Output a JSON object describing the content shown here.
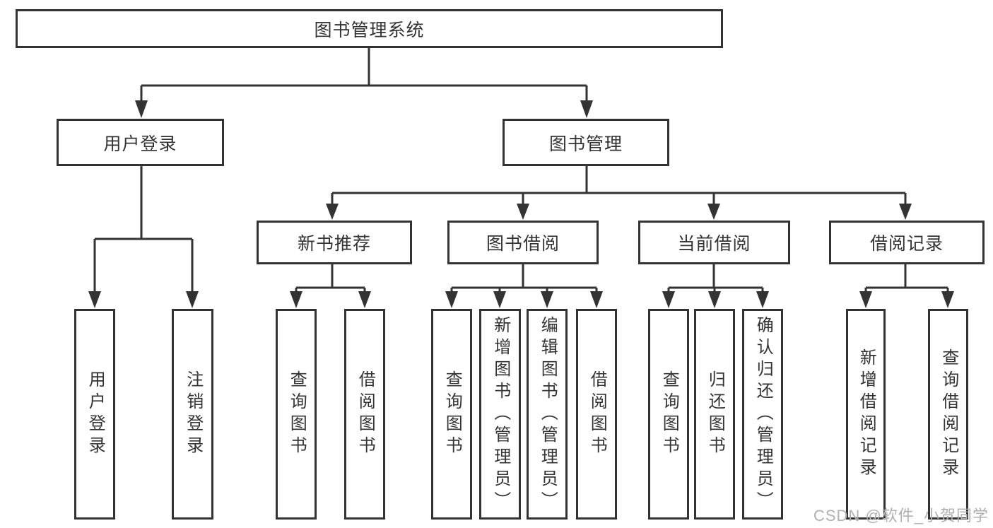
{
  "diagram_type": "tree",
  "tree": {
    "root": {
      "label": "图书管理系统",
      "children": [
        {
          "label": "用户登录",
          "children": [
            {
              "label": "用户登录"
            },
            {
              "label": "注销登录"
            }
          ]
        },
        {
          "label": "图书管理",
          "children": [
            {
              "label": "新书推荐",
              "children": [
                {
                  "label": "查询图书"
                },
                {
                  "label": "借阅图书"
                }
              ]
            },
            {
              "label": "图书借阅",
              "children": [
                {
                  "label": "查询图书"
                },
                {
                  "label": "新增图书（管理员）"
                },
                {
                  "label": "编辑图书（管理员）"
                },
                {
                  "label": "借阅图书"
                }
              ]
            },
            {
              "label": "当前借阅",
              "children": [
                {
                  "label": "查询图书"
                },
                {
                  "label": "归还图书"
                },
                {
                  "label": "确认归还（管理员）"
                }
              ]
            },
            {
              "label": "借阅记录",
              "children": [
                {
                  "label": "新增借阅记录"
                },
                {
                  "label": "查询借阅记录"
                }
              ]
            }
          ]
        }
      ]
    }
  },
  "watermark": "CSDN @软件_小贺同学",
  "colors": {
    "line": "#333333",
    "box_border": "#333333",
    "text": "#333333",
    "background": "#ffffff",
    "watermark": "#b0b0b0"
  }
}
